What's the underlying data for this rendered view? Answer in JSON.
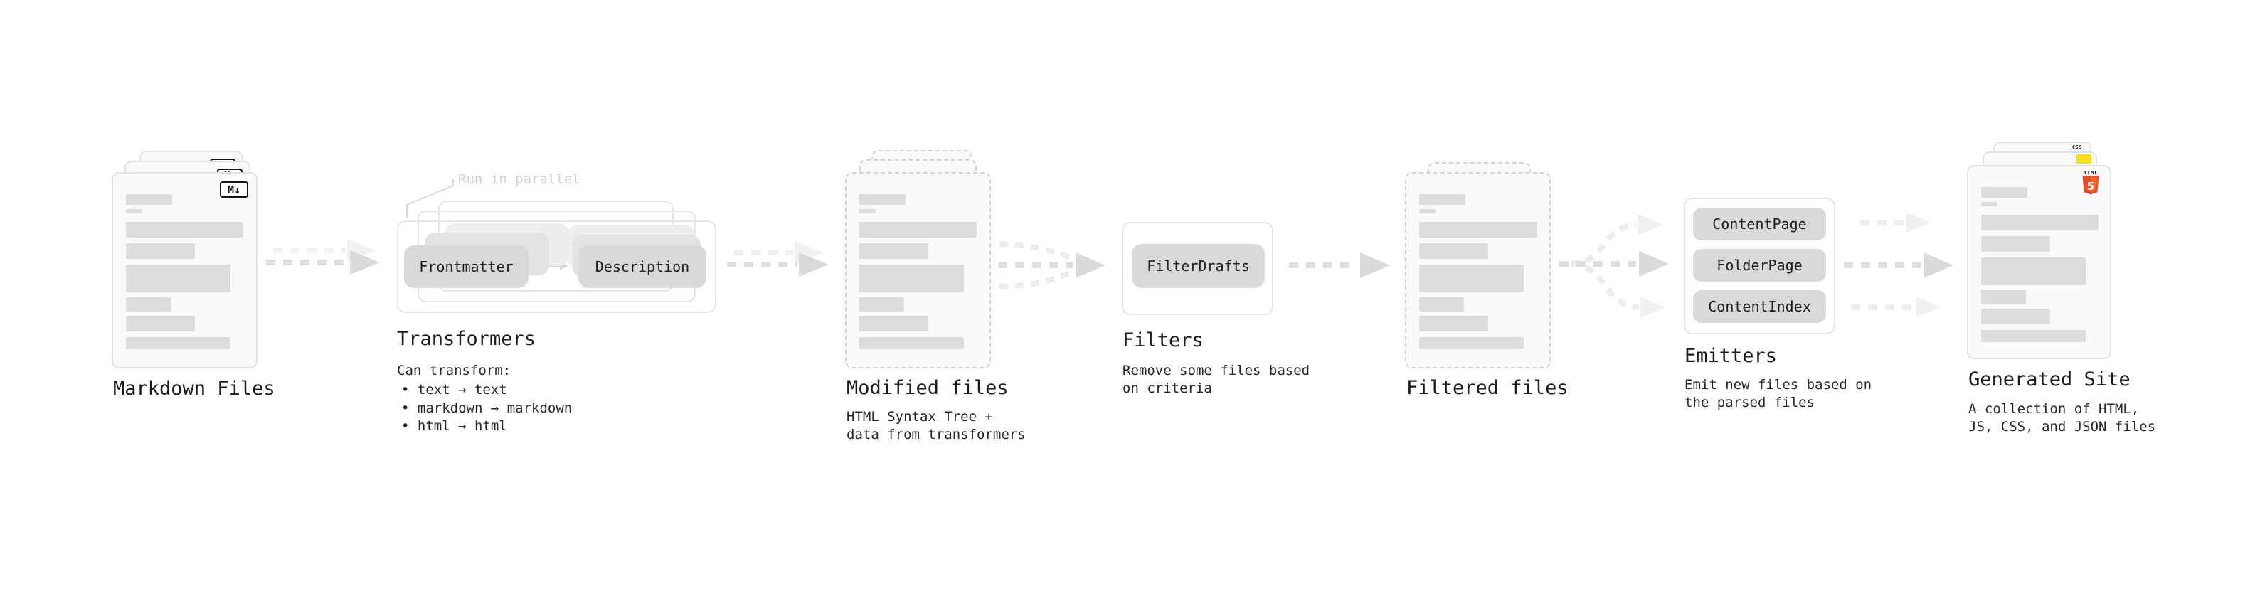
{
  "sections": {
    "markdown_files": {
      "title": "Markdown Files",
      "badge": "M↓"
    },
    "transformers": {
      "note": "Run in parallel",
      "pills": [
        "Frontmatter",
        "Description"
      ],
      "title": "Transformers",
      "description": "Can transform:",
      "bullets": [
        "• text → text",
        "• markdown → markdown",
        "• html → html"
      ]
    },
    "modified_files": {
      "title": "Modified files",
      "subtitle": "HTML Syntax Tree +\ndata from transformers"
    },
    "filters": {
      "pills": [
        "FilterDrafts"
      ],
      "title": "Filters",
      "subtitle": "Remove some files based\non criteria"
    },
    "filtered_files": {
      "title": "Filtered files"
    },
    "emitters": {
      "pills": [
        "ContentPage",
        "FolderPage",
        "ContentIndex"
      ],
      "title": "Emitters",
      "subtitle": "Emit new files based on\nthe parsed files"
    },
    "generated_site": {
      "title": "Generated Site",
      "subtitle": "A collection of HTML,\nJS, CSS, and JSON files",
      "css_badge": "CSS",
      "html5_label": "HTML",
      "html5_number": "5"
    }
  },
  "colors": {
    "background": "#ffffff",
    "card_fill": "#fafafa",
    "card_border": "#e2e2e2",
    "dashed_border": "#d3d3d3",
    "bar_fill": "#dcdcdc",
    "pill_fill": "#d9d9d9",
    "stage_box_border": "#e5e5e5",
    "arrow_main": "#dedede",
    "arrow_head": "#d9d9d9",
    "arrow_faint": "#eeeeee",
    "note_text": "#d2d2d2",
    "title_text": "#1b1b1b",
    "html5_orange": "#e44d26",
    "html5_orange_light": "#f16529",
    "js_yellow": "#f7df1e",
    "css_blue": "#2862e9"
  }
}
